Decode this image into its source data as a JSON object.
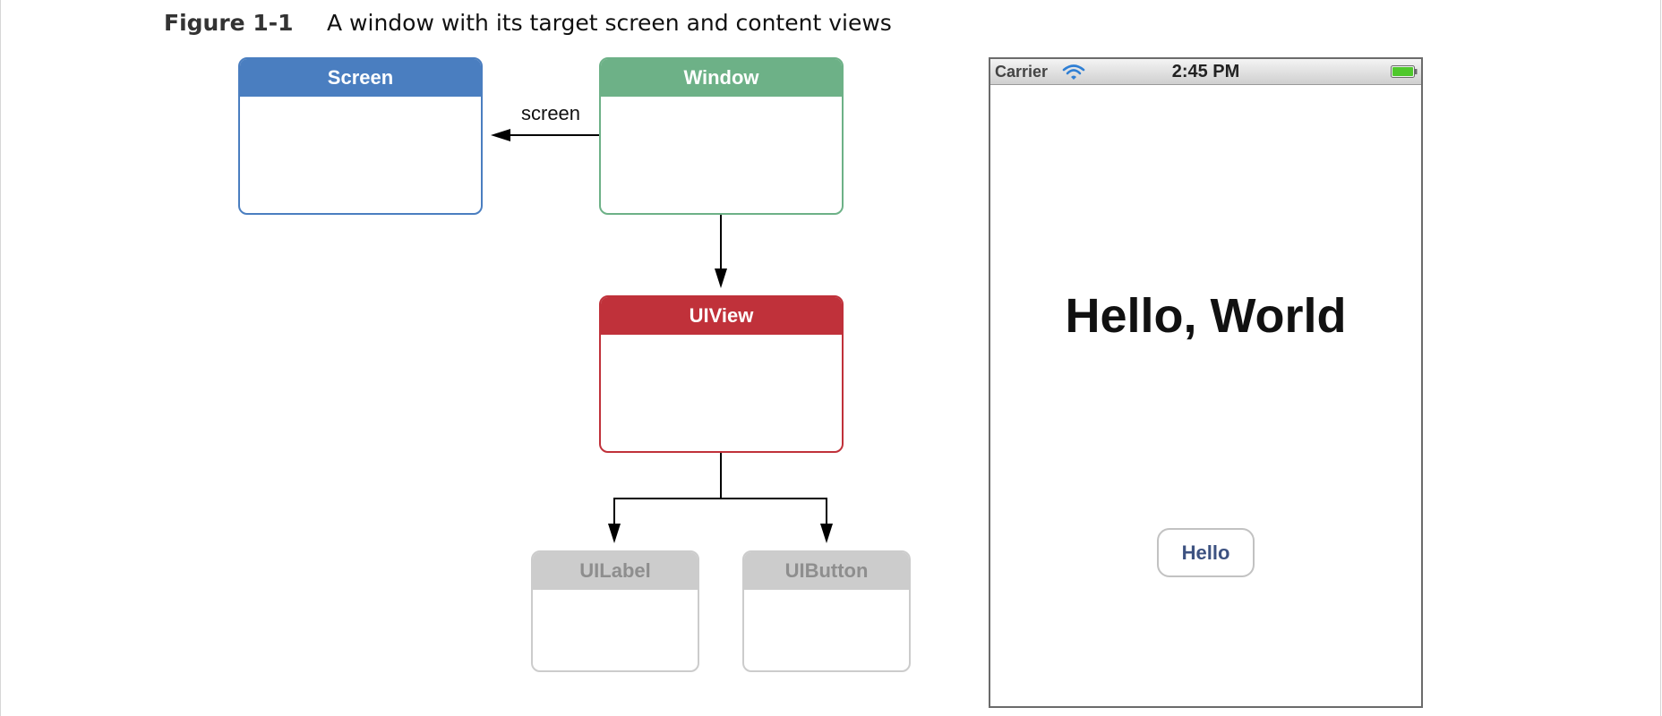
{
  "figure": {
    "number": "Figure 1-1",
    "caption": "A window with its target screen and content views"
  },
  "diagram": {
    "nodes": [
      {
        "id": "screen",
        "label": "Screen",
        "color": "#4a7ec0"
      },
      {
        "id": "window",
        "label": "Window",
        "color": "#6db187"
      },
      {
        "id": "uiview",
        "label": "UIView",
        "color": "#c0313a"
      },
      {
        "id": "uilabel",
        "label": "UILabel",
        "color": "#cccccc"
      },
      {
        "id": "uibutton",
        "label": "UIButton",
        "color": "#cccccc"
      }
    ],
    "edges": [
      {
        "from": "window",
        "to": "screen",
        "label": "screen"
      },
      {
        "from": "window",
        "to": "uiview",
        "label": ""
      },
      {
        "from": "uiview",
        "to": "uilabel",
        "label": ""
      },
      {
        "from": "uiview",
        "to": "uibutton",
        "label": ""
      }
    ]
  },
  "phone": {
    "carrier": "Carrier",
    "time": "2:45 PM",
    "hello_text": "Hello, World",
    "button_label": "Hello",
    "wifi_icon": "wifi-icon",
    "battery_icon": "battery-icon",
    "battery_level": 1.0
  }
}
